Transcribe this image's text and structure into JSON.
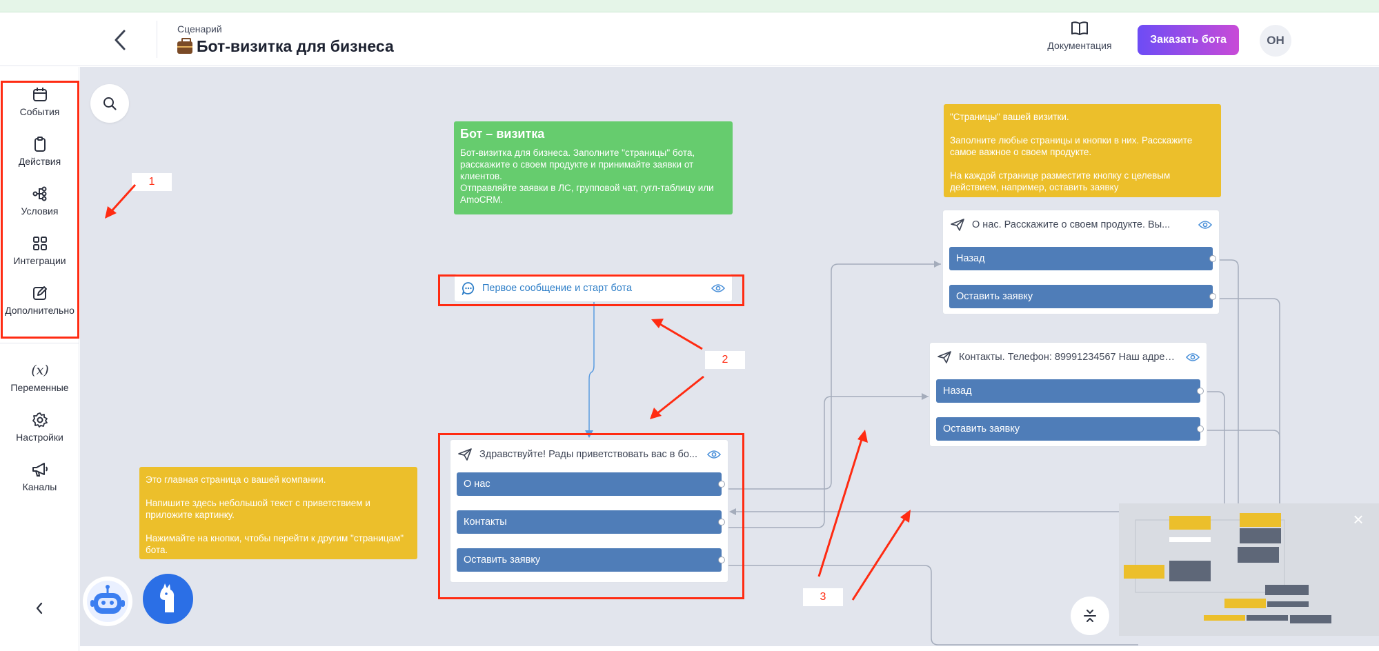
{
  "header": {
    "scenario_label": "Сценарий",
    "title": "Бот-визитка для бизнеса",
    "docs_label": "Документация",
    "order_button": "Заказать бота",
    "avatar_initials": "ОН"
  },
  "sidebar": {
    "events": "События",
    "actions": "Действия",
    "conditions": "Условия",
    "integrations": "Интеграции",
    "extra": "Дополнительно",
    "variables": "Переменные",
    "settings": "Настройки",
    "channels": "Каналы"
  },
  "notes": {
    "green": {
      "title": "Бот – визитка",
      "text": "Бот-визитка для бизнеса. Заполните \"страницы\" бота, расскажите о своем продукте и принимайте заявки от клиентов.\nОтправляйте заявки в ЛС, групповой чат, гугл-таблицу или AmoCRM."
    },
    "yellow_top": {
      "p1": "\"Страницы\" вашей визитки.",
      "p2": "Заполните любые страницы и кнопки в них. Расскажите самое важное о своем продукте.",
      "p3": "На каждой странице разместите кнопку с целевым действием, например, оставить заявку"
    },
    "yellow_left": {
      "p1": "Это главная страница о вашей компании.",
      "p2": "Напишите здесь небольшой текст с приветствием и приложите картинку.",
      "p3": "Нажимайте на кнопки, чтобы перейти к другим \"страницам\" бота."
    }
  },
  "nodes": {
    "start": {
      "title": "Первое сообщение и старт бота"
    },
    "welcome": {
      "title": "Здравствуйте! Рады приветствовать вас в бо...",
      "btn1": "О нас",
      "btn2": "Контакты",
      "btn3": "Оставить заявку"
    },
    "about": {
      "title": "О нас. Расскажите о своем продукте. Вы...",
      "btn1": "Назад",
      "btn2": "Оставить заявку"
    },
    "contacts": {
      "title": "Контакты. Телефон: 89991234567 Наш адрес:...",
      "btn1": "Назад",
      "btn2": "Оставить заявку"
    }
  },
  "annotations": {
    "n1": "1",
    "n2": "2",
    "n3": "3"
  },
  "minimap": {
    "close": "×"
  },
  "colors": {
    "accent_gradient_start": "#6d4cf5",
    "accent_gradient_end": "#c84bd7",
    "node_button": "#4f7db8",
    "note_green": "#66cc6e",
    "note_yellow": "#ecbf2b",
    "annotation_red": "#ff2b12"
  }
}
